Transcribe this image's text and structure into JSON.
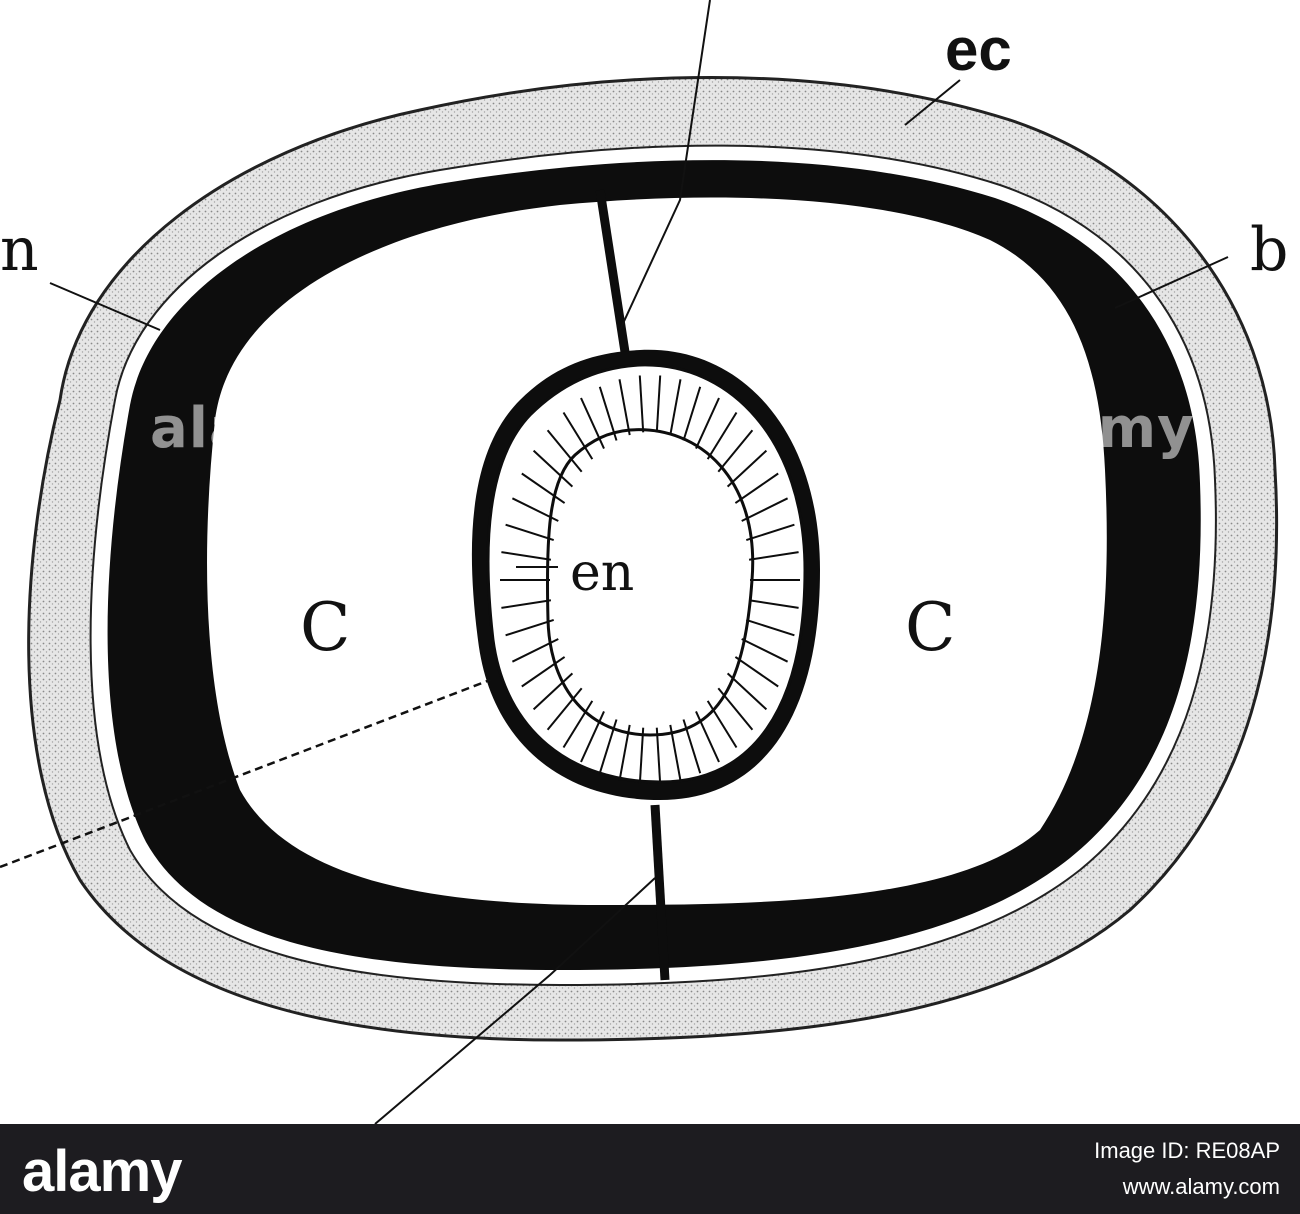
{
  "diagram": {
    "labels": {
      "ec": "ec",
      "b": "b",
      "m": "n",
      "en": "en",
      "c_left": "C",
      "c_right": "C"
    }
  },
  "watermark": {
    "left": "alamy",
    "right": "alamy"
  },
  "footer": {
    "logo": "alamy",
    "image_id": "Image ID: RE08AP",
    "url": "www.alamy.com"
  },
  "colors": {
    "muscle_layer": "#0d0d0d",
    "ectoderm_stipple": "#bdbdbd",
    "footer_bg": "#1d1c20"
  }
}
